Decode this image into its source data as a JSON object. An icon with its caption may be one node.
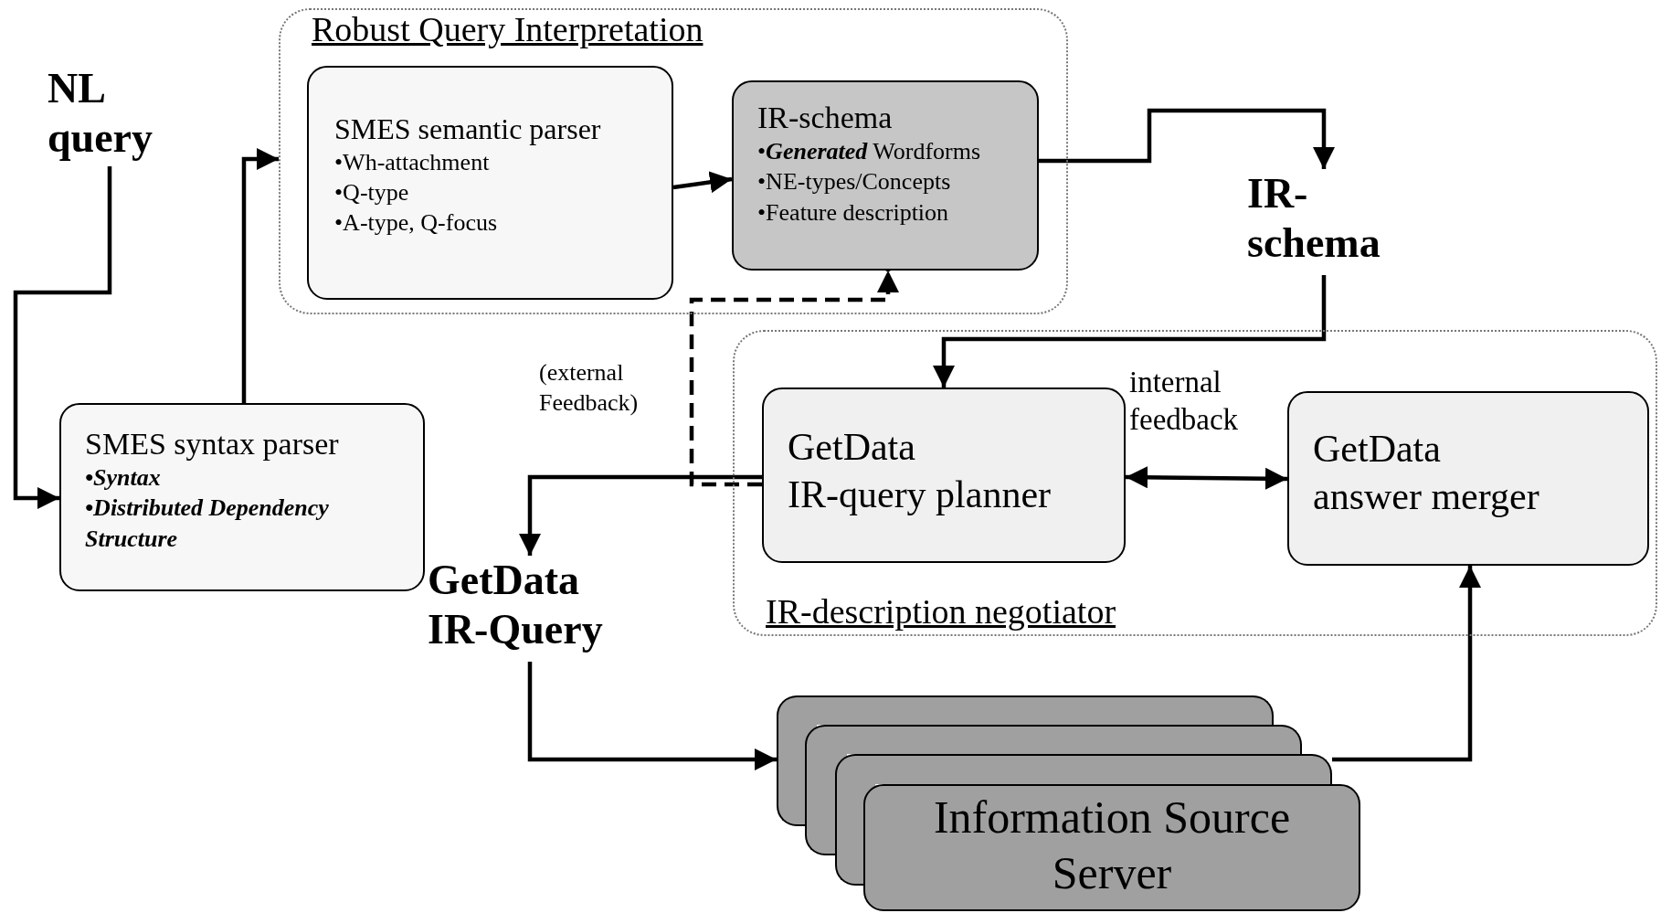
{
  "diagram": {
    "nodes": [
      {
        "text": [
          "Robust Query Interpretation"
        ]
      },
      {
        "text": [
          "SMES semantic parser",
          "•Wh-attachment",
          "•Q-type",
          "•A-type, Q-focus"
        ],
        "in": 0
      },
      {
        "text": [
          "IR-schema",
          "•**Generated** Wordforms",
          "•NE-types/Concepts",
          "•Feature description"
        ],
        "in": 0
      },
      {
        "text": [
          "NL query"
        ]
      },
      {
        "text": [
          "SMES syntax parser",
          "•Syntax",
          "•Distributed Dependency Structure"
        ]
      },
      {
        "text": [
          "IR-schema"
        ]
      },
      {
        "text": [
          "IR-description negotiator"
        ]
      },
      {
        "text": [
          "GetData",
          "IR-query planner"
        ],
        "in": 6
      },
      {
        "text": [
          "GetData",
          "answer merger"
        ],
        "in": 6
      },
      {
        "text": [
          "GetData IR-Query"
        ]
      },
      {
        "text": [],
        "shape": "box"
      },
      {
        "text": [],
        "shape": "box"
      },
      {
        "text": [],
        "shape": "box"
      },
      {
        "text": [
          "Information Source Server"
        ]
      }
    ],
    "edges": [
      {
        "from": 3,
        "to": 4,
        "arrow": "to"
      },
      {
        "from": 4,
        "to": 0,
        "arrow": "to"
      },
      {
        "from": 1,
        "to": 2,
        "arrow": "to"
      },
      {
        "from": 2,
        "to": 5,
        "arrow": "to"
      },
      {
        "from": 5,
        "to": 7,
        "arrow": "to"
      },
      {
        "from": 7,
        "to": 2,
        "arrow": "to",
        "style": "dashed",
        "label": "(external Feedback)"
      },
      {
        "from": 7,
        "to": 8,
        "arrow": "both",
        "label": "internal feedback"
      },
      {
        "from": 7,
        "to": 9,
        "arrow": "to"
      },
      {
        "from": 9,
        "to": 10,
        "arrow": "to"
      },
      {
        "from": 12,
        "to": 8,
        "arrow": "to"
      }
    ]
  }
}
